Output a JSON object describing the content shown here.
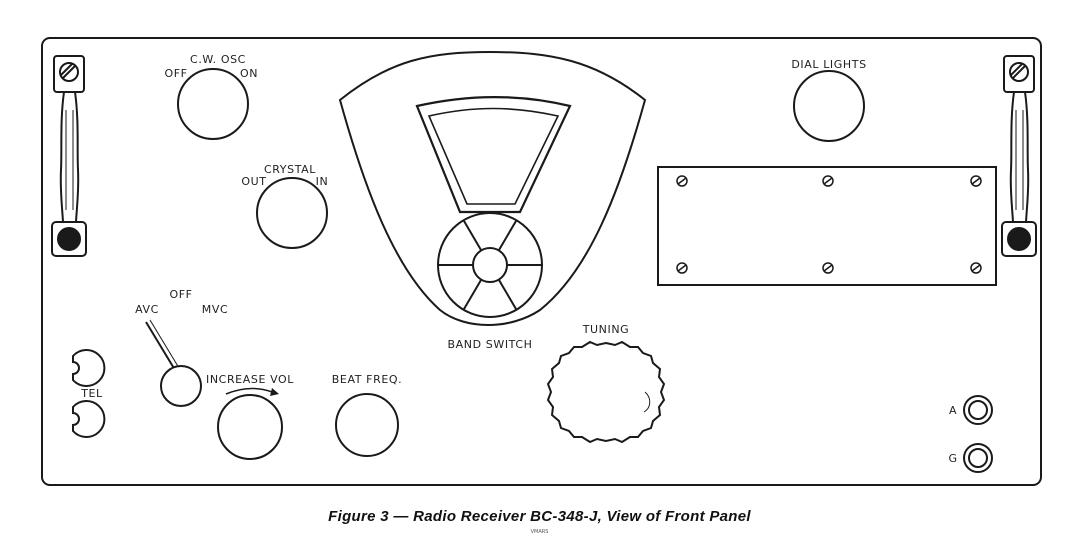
{
  "labels": {
    "cw_osc": "C.W. OSC",
    "off_left": "OFF",
    "on": "ON",
    "crystal": "CRYSTAL",
    "out": "OUT",
    "in": "IN",
    "off_mode": "OFF",
    "avc": "AVC",
    "mvc": "MVC",
    "tel": "TEL",
    "increase_vol": "INCREASE VOL",
    "beat_freq": "BEAT FREQ.",
    "band_switch": "BAND SWITCH",
    "tuning": "TUNING",
    "dial_lights": "DIAL LIGHTS",
    "a": "A",
    "g": "G"
  },
  "caption": "Figure 3 — Radio Receiver BC-348-J, View of Front Panel",
  "watermark": "VMARS"
}
